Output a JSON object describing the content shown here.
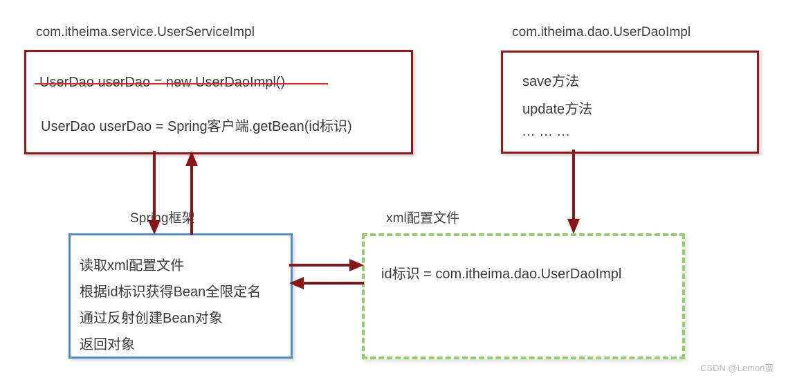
{
  "diagram": {
    "title_service_box": "com.itheima.service.UserServiceImpl",
    "title_dao_box": "com.itheima.dao.UserDaoImpl",
    "label_spring": "Spring框架",
    "label_xml": "xml配置文件",
    "colors": {
      "box_border_red": "#9e1414",
      "box_border_blue": "#4a8fd4",
      "box_border_green_dashed": "#8ed165",
      "arrow": "#8b1414",
      "strikethrough": "#ee2020",
      "text": "#3a3a3a",
      "caption": "#3f3f3f",
      "watermark": "#b9b9b9"
    }
  },
  "service_box": {
    "line_struck": "UserDao userDao = new UserDaoImpl()",
    "line_active": "UserDao userDao = Spring客户端.getBean(id标识)"
  },
  "dao_box": {
    "method_1": "save方法",
    "method_2": "update方法",
    "method_more": "... ... ..."
  },
  "spring_box": {
    "step_1": "读取xml配置文件",
    "step_2": "根据id标识获得Bean全限定名",
    "step_3": "通过反射创建Bean对象",
    "step_4": "返回对象"
  },
  "xml_box": {
    "entry": "id标识 = com.itheima.dao.UserDaoImpl"
  },
  "arrows": {
    "service_to_spring": "down-arrow",
    "spring_to_service": "up-arrow",
    "spring_to_xml": "right-arrow",
    "xml_to_spring": "left-arrow",
    "dao_to_xml": "down-arrow"
  },
  "watermark": {
    "text": "CSDN @Lemon蛮"
  }
}
